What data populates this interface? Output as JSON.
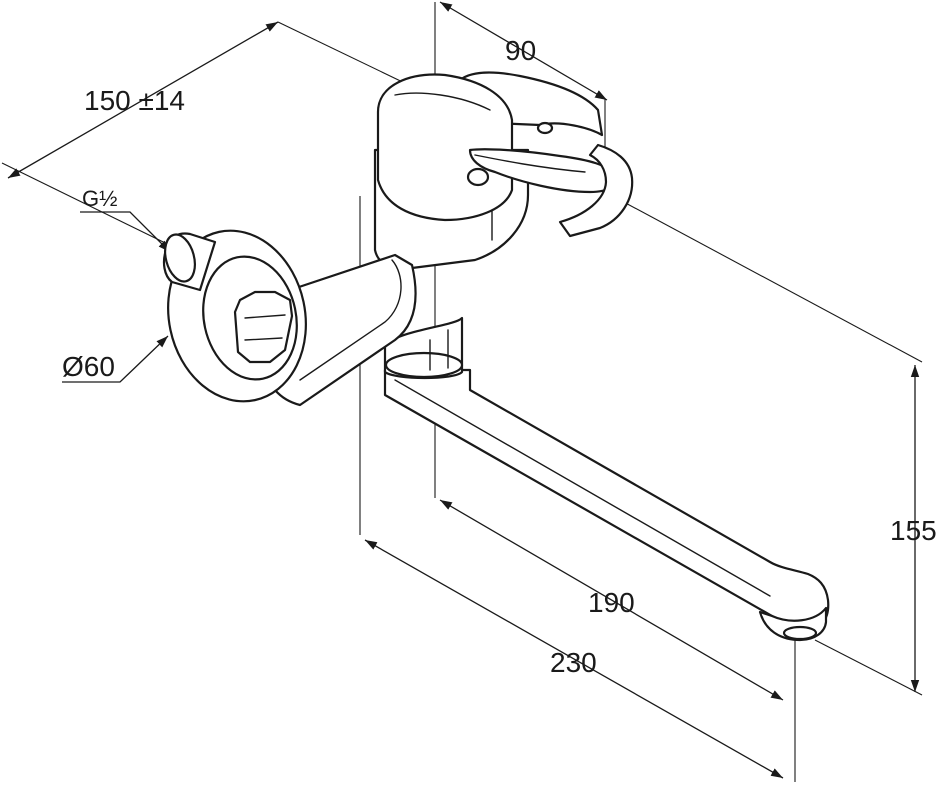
{
  "dimensions": {
    "projection": "150 ±14",
    "lever_depth": "90",
    "thread": "G½",
    "rosette_diameter": "Ø60",
    "height": "155",
    "spout_reach_inner": "190",
    "spout_reach_outer": "230"
  },
  "colors": {
    "line": "#1a1a1a",
    "background": "#ffffff"
  }
}
